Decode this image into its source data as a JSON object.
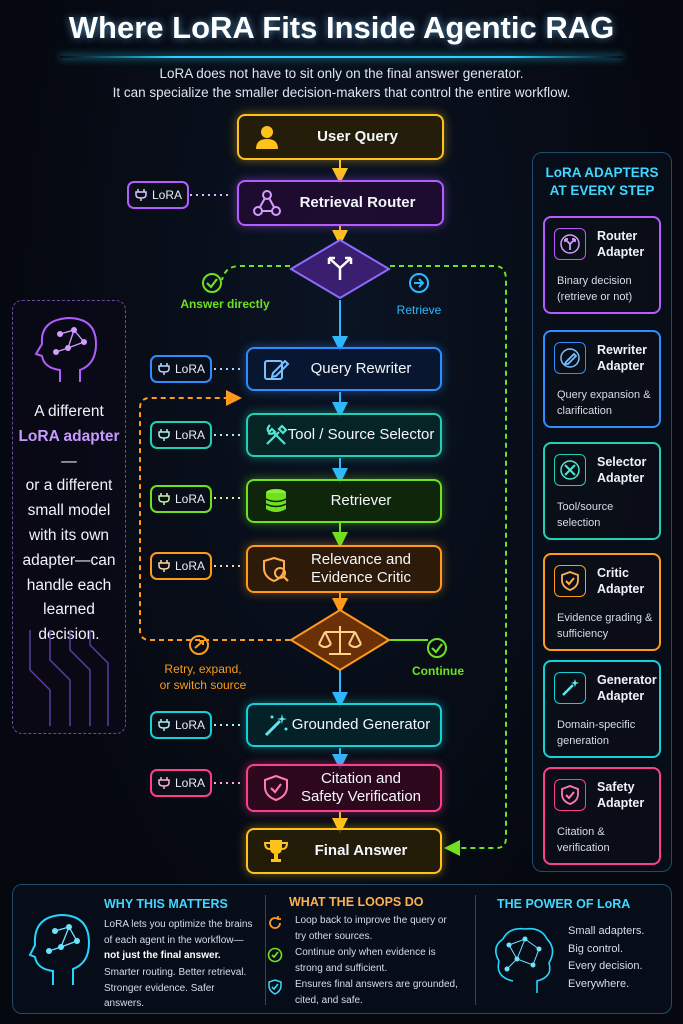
{
  "header": {
    "title": "Where LoRA Fits Inside Agentic RAG",
    "subtitle_line1": "LoRA does not have to sit only on the final answer generator.",
    "subtitle_line2": "It can specialize the smaller decision-makers that control the entire workflow."
  },
  "flow": {
    "user_query": "User Query",
    "retrieval_router": "Retrieval Router",
    "answer_directly": "Answer directly",
    "retrieve": "Retrieve",
    "query_rewriter": "Query Rewriter",
    "tool_selector": "Tool / Source Selector",
    "retriever": "Retriever",
    "relevance_critic_l1": "Relevance and",
    "relevance_critic_l2": "Evidence Critic",
    "retry": "Retry, expand,",
    "retry2": "or switch source",
    "continue": "Continue",
    "grounded_generator": "Grounded Generator",
    "citation_l1": "Citation and",
    "citation_l2": "Safety Verification",
    "final_answer": "Final Answer",
    "lora_tag": "LoRA"
  },
  "left_panel": {
    "line1": "A different",
    "highlight": "LoRA adapter",
    "line2": "—",
    "line3": "or a different small model with its own adapter—can handle each learned decision."
  },
  "side_panel": {
    "title_l1": "LoRA ADAPTERS",
    "title_l2": "AT EVERY STEP",
    "cards": [
      {
        "name1": "Router",
        "name2": "Adapter",
        "desc": "Binary decision (retrieve or not)",
        "color": "#b45cff",
        "icon": "router-icon"
      },
      {
        "name1": "Rewriter",
        "name2": "Adapter",
        "desc": "Query expansion & clarification",
        "color": "#2f8dff",
        "icon": "pencil-icon"
      },
      {
        "name1": "Selector",
        "name2": "Adapter",
        "desc": "Tool/source selection",
        "color": "#1fd0b5",
        "icon": "tools-icon"
      },
      {
        "name1": "Critic",
        "name2": "Adapter",
        "desc": "Evidence grading & sufficiency",
        "color": "#ff9a1a",
        "icon": "shield-check-icon"
      },
      {
        "name1": "Generator",
        "name2": "Adapter",
        "desc": "Domain-specific generation",
        "color": "#14d0d8",
        "icon": "wand-icon"
      },
      {
        "name1": "Safety",
        "name2": "Adapter",
        "desc": "Citation & verification",
        "color": "#ff3d8e",
        "icon": "shield-check-icon"
      }
    ]
  },
  "bottom": {
    "why_title": "WHY THIS MATTERS",
    "why_text1": "LoRA lets you optimize the brains of each agent in the workflow—",
    "why_bold": "not just the final answer.",
    "why_text2": "Smarter routing. Better retrieval. Stronger evidence. Safer answers.",
    "loops_title": "WHAT THE LOOPS DO",
    "loop1": "Loop back to improve the query or try other sources.",
    "loop2": "Continue only when evidence is strong and sufficient.",
    "loop3": "Ensures final answers are grounded, cited, and safe.",
    "power_title": "THE POWER OF LoRA",
    "power1": "Small adapters.",
    "power2": "Big control.",
    "power3": "Every decision.",
    "power4": "Everywhere."
  },
  "colors": {
    "yellow": "#ffc21a",
    "purple": "#b45cff",
    "blue": "#2f8dff",
    "teal": "#1fd0b5",
    "green": "#6ee21f",
    "orange": "#ff9a1a",
    "cyan": "#14d0d8",
    "pink": "#ff3d8e",
    "accent": "#3fd7ff"
  }
}
